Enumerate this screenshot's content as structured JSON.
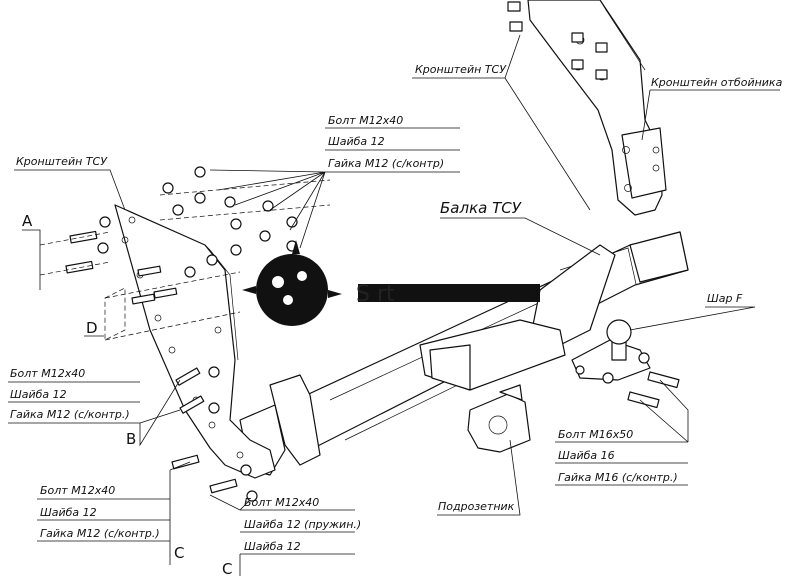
{
  "labels": {
    "bracket_top": "Кронштейн ТСУ",
    "bumper_bracket": "Кронштейн отбойника",
    "bracket_left": "Кронштейн ТСУ",
    "beam": "Балка ТСУ",
    "ball": "Шар F",
    "socket_holder": "Подрозетник"
  },
  "fastener_groups": {
    "top": [
      "Болт М12х40",
      "Шайба 12",
      "Гайка М12 (с/контр)"
    ],
    "left_b": [
      "Болт М12х40",
      "Шайба 12",
      "Гайка М12 (с/контр.)"
    ],
    "bottom_c1": [
      "Болт М12х40",
      "Шайба 12",
      "Гайка М12 (с/контр.)"
    ],
    "bottom_c2": [
      "Болт М12х40",
      "Шайба 12 (пружин.)",
      "Шайба 12"
    ],
    "right": [
      "Болт М16х50",
      "Шайба 16",
      "Гайка М16 (с/контр.)"
    ]
  },
  "letters": {
    "a": "A",
    "b": "B",
    "c1": "C",
    "c2": "C",
    "d": "D"
  },
  "watermark": "S            rt"
}
